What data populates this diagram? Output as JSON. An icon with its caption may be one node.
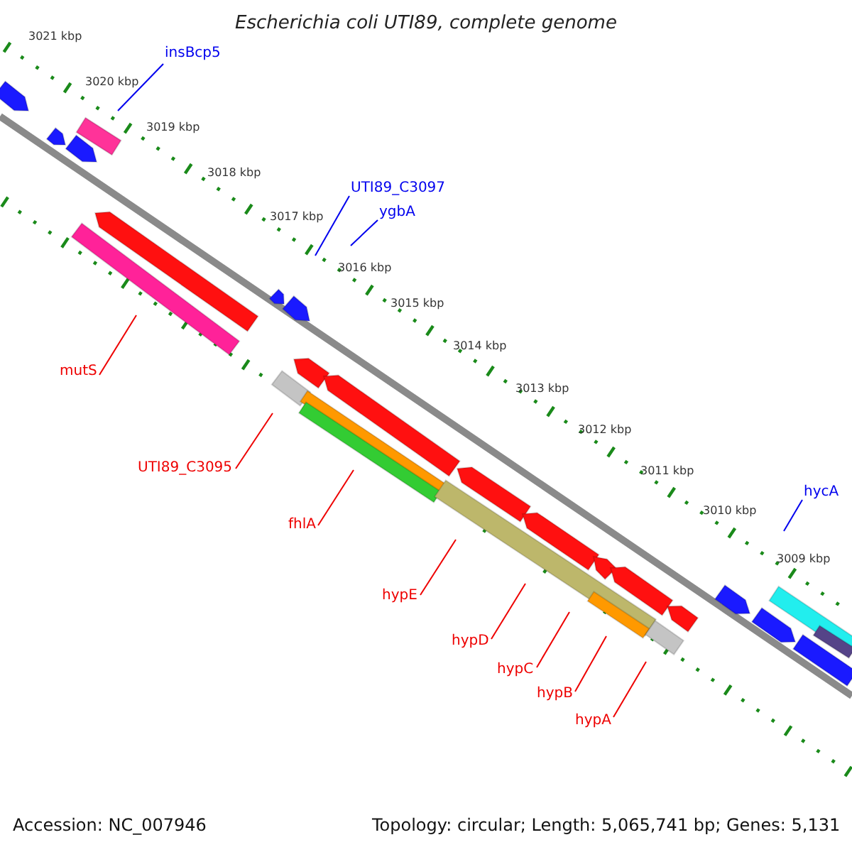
{
  "diagram": {
    "title": "Escherichia coli UTI89, complete genome",
    "nodes": [
      {
        "text": [
          "insBcp5"
        ]
      },
      {
        "text": [
          "UTI89_C3097"
        ]
      },
      {
        "text": [
          "ygbA"
        ]
      },
      {
        "text": [
          "mutS"
        ]
      },
      {
        "text": [
          "UTI89_C3095"
        ]
      },
      {
        "text": [
          "hycA"
        ]
      },
      {
        "text": [
          "fhlA"
        ]
      },
      {
        "text": [
          "hypE"
        ]
      },
      {
        "text": [
          "hypD"
        ]
      },
      {
        "text": [
          "hypC"
        ]
      },
      {
        "text": [
          "hypB"
        ]
      },
      {
        "text": [
          "hypA"
        ]
      }
    ],
    "edges": [
      {
        "from": 0,
        "to": null,
        "arrow": "none",
        "color": "#0000ee"
      },
      {
        "from": 1,
        "to": null,
        "arrow": "none",
        "color": "#0000ee"
      },
      {
        "from": 2,
        "to": null,
        "arrow": "none",
        "color": "#0000ee"
      },
      {
        "from": 3,
        "to": null,
        "arrow": "none"
      },
      {
        "from": 4,
        "to": null,
        "arrow": "none"
      },
      {
        "from": 5,
        "to": null,
        "arrow": "none",
        "color": "#0000ee"
      },
      {
        "from": 6,
        "to": null,
        "arrow": "none"
      },
      {
        "from": 7,
        "to": null,
        "arrow": "none"
      },
      {
        "from": 8,
        "to": null,
        "arrow": "none"
      },
      {
        "from": 9,
        "to": null,
        "arrow": "none"
      },
      {
        "from": 10,
        "to": null,
        "arrow": "none"
      },
      {
        "from": 11,
        "to": null,
        "arrow": "none"
      }
    ],
    "labels": [
      "3021 kbp",
      "3020 kbp",
      "3019 kbp",
      "3018 kbp",
      "3017 kbp",
      "3016 kbp",
      "3015 kbp",
      "3014 kbp",
      "3013 kbp",
      "3012 kbp",
      "3011 kbp",
      "3010 kbp",
      "3009 kbp",
      "Accession: NC_007946",
      "Topology: circular; Length: 5,065,741 bp; Genes: 5,131"
    ]
  }
}
